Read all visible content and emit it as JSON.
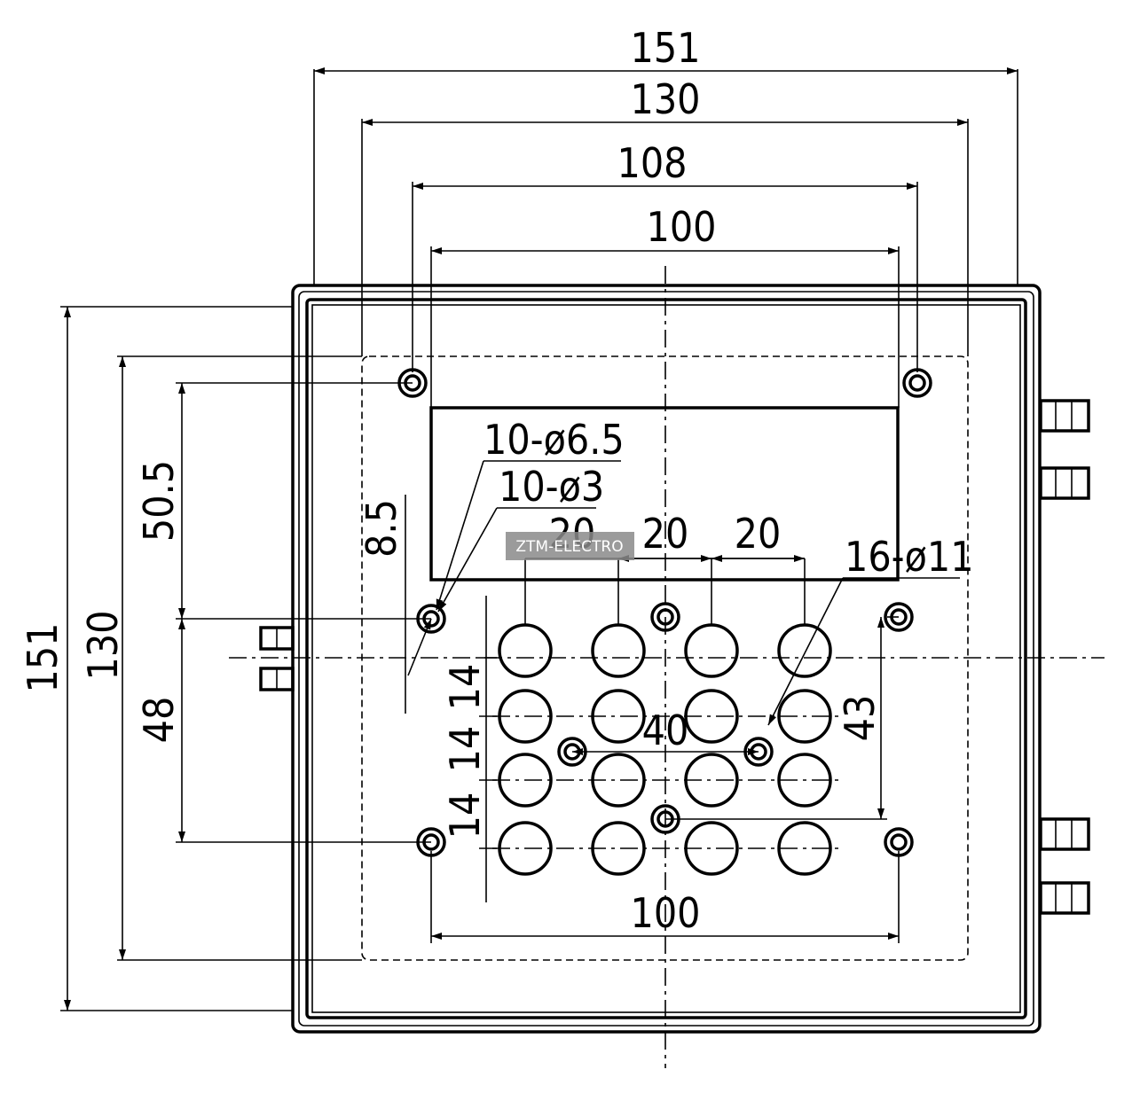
{
  "watermark": "ZTM-ELECTRO",
  "dimensions": {
    "width_overall": "151",
    "width_inner": "130",
    "width_mount": "108",
    "width_window": "100",
    "width_bottom": "100",
    "height_overall": "151",
    "height_inner": "130",
    "height_upper": "50.5",
    "height_lower": "48",
    "offset_small": "8.5",
    "pitch_h_1": "20",
    "pitch_h_2": "20",
    "pitch_h_3": "20",
    "pitch_v_1": "14",
    "pitch_v_2": "14",
    "pitch_v_3": "14",
    "center_span": "40",
    "side_span": "43"
  },
  "callouts": {
    "mount_holes": "10-ø6.5",
    "small_holes": "10-ø3",
    "gland_holes": "16-ø11"
  },
  "colors": {
    "line": "#000000",
    "background": "#ffffff",
    "watermark_bg": "#8a8a8a"
  }
}
